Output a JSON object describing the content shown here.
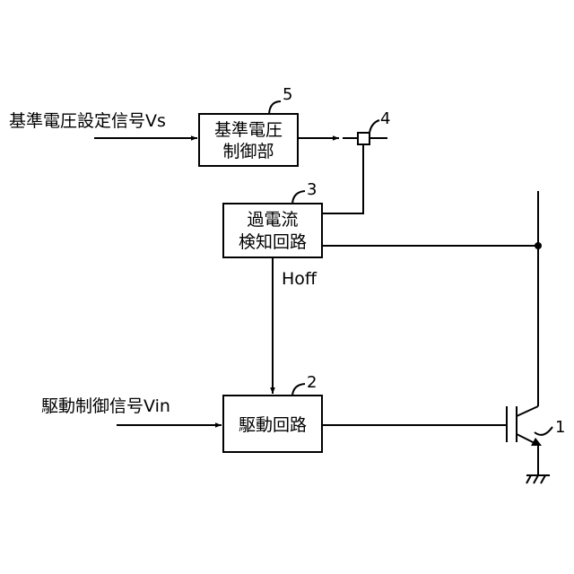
{
  "signals": {
    "vs_input": "基準電圧設定信号Vs",
    "vin_input": "駆動制御信号Vin",
    "hoff": "Hoff"
  },
  "blocks": {
    "ref_voltage": {
      "line1": "基準電圧",
      "line2": "制御部",
      "ref": "5"
    },
    "overcurrent": {
      "line1": "過電流",
      "line2": "検知回路",
      "ref": "3"
    },
    "driver": {
      "line1": "駆動回路",
      "ref": "2"
    }
  },
  "components": {
    "terminal_ref": "4",
    "transistor_ref": "1"
  }
}
